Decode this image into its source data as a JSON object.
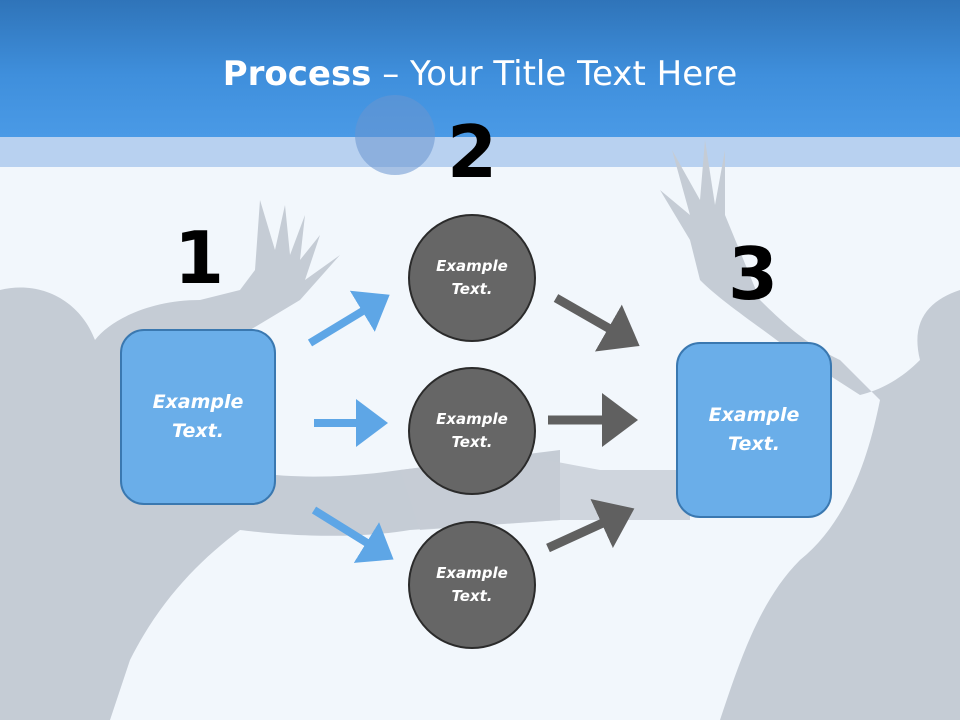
{
  "title": {
    "bold": "Process",
    "rest": " – Your Title Text Here"
  },
  "steps": [
    "1",
    "2",
    "3"
  ],
  "left_box": {
    "text": "Example Text."
  },
  "right_box": {
    "text": "Example Text."
  },
  "circles": [
    {
      "text": "Example Text."
    },
    {
      "text": "Example Text."
    },
    {
      "text": "Example Text."
    }
  ],
  "colors": {
    "header": "#3f8fdc",
    "box_fill": "#6aaee9",
    "circle_fill": "#666666",
    "arrow_blue": "#5ea6e6",
    "arrow_gray": "#606060"
  }
}
